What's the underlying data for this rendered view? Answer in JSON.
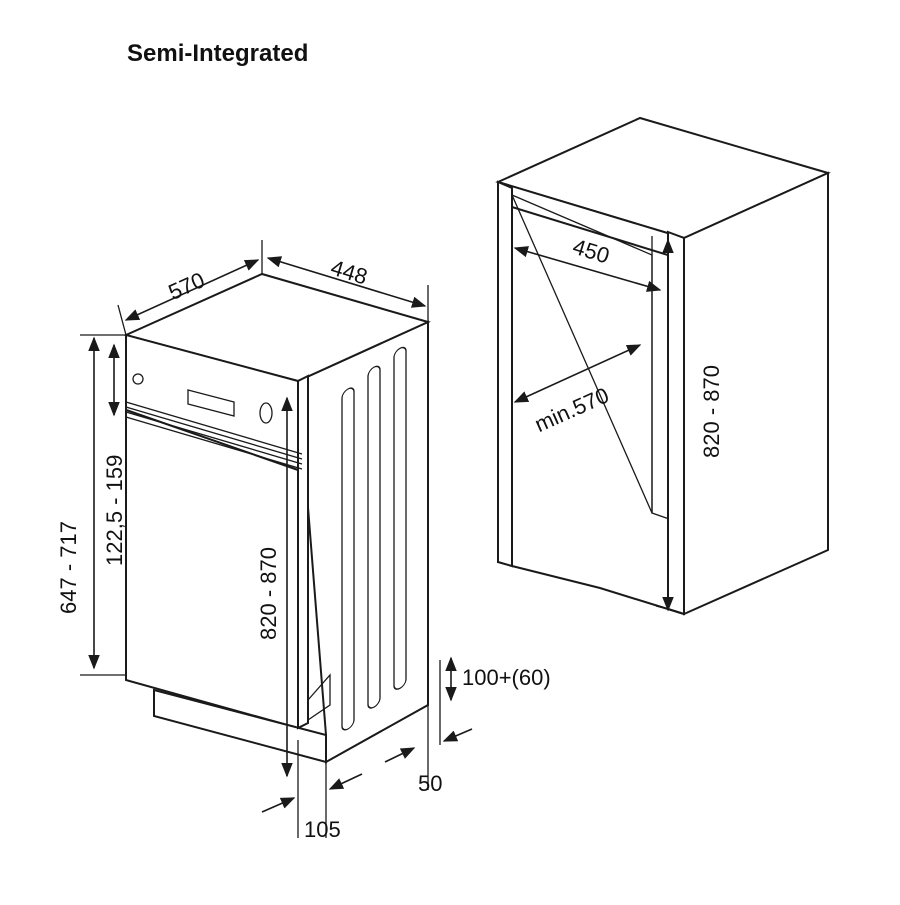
{
  "title": "Semi-Integrated",
  "appliance": {
    "width_label": "448",
    "depth_label": "570",
    "total_height_label": "647 - 717",
    "panel_height_label": "122,5 - 159",
    "body_height_label": "820 - 870",
    "plinth_height_label": "100+(60)",
    "plinth_depth_label": "50",
    "front_recess_label": "105"
  },
  "cabinet": {
    "width_label": "450",
    "depth_label": "min.570",
    "height_label": "820 - 870"
  },
  "colors": {
    "line": "#1a1a1a",
    "background": "#ffffff"
  }
}
